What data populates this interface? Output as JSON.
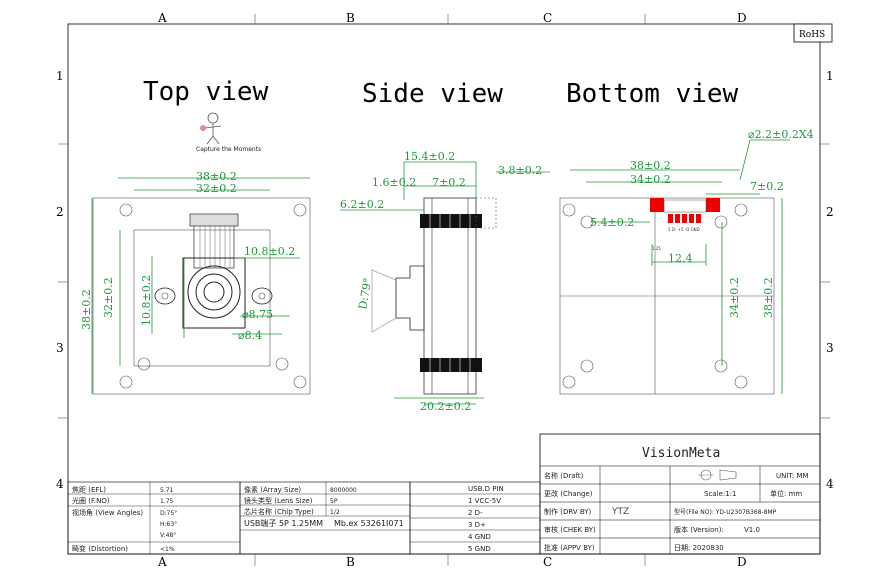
{
  "frame": {
    "columns": [
      "A",
      "B",
      "C",
      "D"
    ],
    "rows": [
      "1",
      "2",
      "3",
      "4"
    ],
    "rohs": "RoHS"
  },
  "views": {
    "top": "Top view",
    "side": "Side view",
    "bottom": "Bottom view"
  },
  "top_view": {
    "logo_text": "Capture the Moments",
    "dim_width_outer": "38±0.2",
    "dim_width_inner": "32±0.2",
    "dim_height_outer": "38±0.2",
    "dim_height_inner": "32±0.2",
    "dim_lens_w": "10.8±0.2",
    "dim_lens_h": "10.8±0.2",
    "dim_dia1": "⌀8.75",
    "dim_dia2": "⌀8.4"
  },
  "side_view": {
    "dim_total": "15.4±0.2",
    "dim_right": "3.8±0.2",
    "dim_a": "1.6±0.2",
    "dim_b": "7±0.2",
    "dim_c": "6.2±0.2",
    "angle": "D:79°",
    "dim_bottom": "20.2±0.2"
  },
  "bottom_view": {
    "dim_hole": "⌀2.2±0.2X4",
    "dim_outer": "38±0.2",
    "dim_inner": "34±0.2",
    "dim_conn": "7±0.2",
    "dim_left": "5.4±0.2",
    "dim_pitch": "12.4",
    "pin_label": "5 D- +5 -D GND",
    "small_mark": "1.25",
    "dim_v_inner": "34±0.2",
    "dim_v_outer": "38±0.2"
  },
  "spec_table": {
    "rows": [
      [
        "焦距 (EFL)",
        "5.71"
      ],
      [
        "光圈 (F.NO)",
        "1.75"
      ],
      [
        "视场角 (View Angles)",
        "D:75°"
      ],
      [
        "",
        "H:63°"
      ],
      [
        "",
        "V:48°"
      ],
      [
        "畸变 (Distortion)",
        "<1%"
      ]
    ]
  },
  "sensor_table": {
    "rows": [
      [
        "像素 (Array Size)",
        "8000000"
      ],
      [
        "镜头类型 (Lens Size)",
        "5P"
      ],
      [
        "芯片名称 (Chip Type)",
        "1/2"
      ]
    ],
    "connector_label": "USB端子 5P 1.25MM",
    "connector_model": "Mb.ex 53261I071"
  },
  "pin_table": {
    "title": "USB.D PIN",
    "pins": [
      "1 VCC-5V",
      "2 D-",
      "3 D+",
      "4 GND",
      "5 GND"
    ]
  },
  "title_block": {
    "company": "VisionMeta",
    "unit": "UNIT: MM",
    "scale": "Scale:1:1",
    "unit_cn": "单位: mm",
    "rows": [
      {
        "label": "名称 (Draft)",
        "value": ""
      },
      {
        "label": "更改 (Change)",
        "value": ""
      },
      {
        "label": "制作 (DRV BY)",
        "value": "YTZ"
      },
      {
        "label": "审核 (CHEK BY)",
        "value": ""
      },
      {
        "label": "批准 (APPV BY)",
        "value": ""
      }
    ],
    "file_no": "型号(File NO): YD-U2307B368-8MP",
    "version_label": "版本 (Version):",
    "version": "V1.0",
    "date": "日期: 2020830"
  }
}
